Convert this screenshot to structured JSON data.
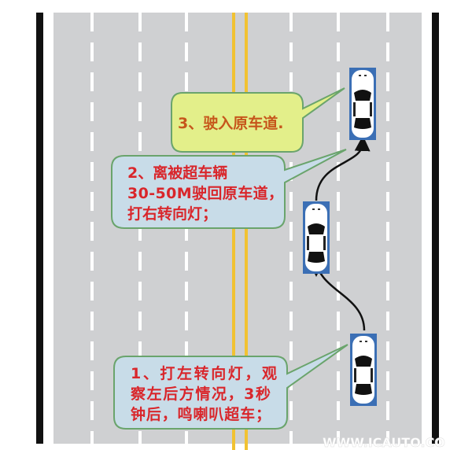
{
  "steps": [
    {
      "lines": [
        "1、打左转向灯，观",
        "察左后方情况，3秒",
        "钟后，鸣喇叭超车；"
      ]
    },
    {
      "lines": [
        "2、离被超车辆",
        "30-50M驶回原车道，",
        "打右转向灯；"
      ]
    },
    {
      "lines": [
        "3、驶入原车道."
      ]
    }
  ],
  "watermark": "WWW.ICAUTO.CO",
  "colors": {
    "road": "#cfd0d2",
    "center_line": "#f1c232",
    "step1_text": "#d9262b",
    "step2_text": "#d9262b",
    "step3_text": "#c6561b",
    "bubble_yellow": "#e3ef8a",
    "bubble_blue": "#c8dce8",
    "bubble_border": "#6aa46c"
  }
}
